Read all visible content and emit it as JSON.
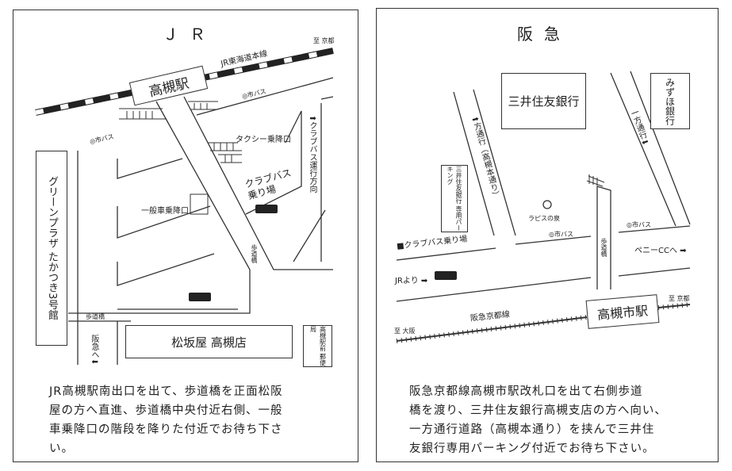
{
  "jr": {
    "title": "ＪＲ",
    "line_name": "JR東海道本線",
    "to_kyoto": "至 京都",
    "station": "高槻駅",
    "city_bus_1": "◎市バス",
    "city_bus_2": "◎市バス",
    "taxi": "タクシー乗降口",
    "club_bus_direction": "⬆クラブバス運行方向",
    "club_bus_stop_line1": "クラブバス",
    "club_bus_stop_line2": "乗り場",
    "general_car": "一般車乗降口",
    "green_plaza": "グリーンプラザ たかつき3号館",
    "footbridge_1": "歩道橋",
    "footbridge_2": "歩道橋",
    "to_hankyu": "阪急へ⬇",
    "matsuzakaya": "松坂屋 高槻店",
    "post_office": "高槻駅前 郵便局",
    "description": [
      "JR高槻駅南出口を出て、歩道橋を正面松阪",
      "屋の方へ直進、歩道橋中央付近右側、一般",
      "車乗降口の階段を降りた付近でお待ち下さ",
      "い。"
    ]
  },
  "hankyu": {
    "title": "阪急",
    "smbc": "三井住友銀行",
    "mizuho": "みずほ銀行",
    "one_way_main": "⬆方通行（高槻本通り）",
    "one_way_right": "一方通行⬇",
    "parking": "三井住友銀行 専用パーキング",
    "lapis": "ラピスの泉",
    "city_bus_1": "◎市バス",
    "city_bus_2": "◎市バス",
    "club_bus_stop": "■クラブバス乗り場",
    "from_jr": "JRより ➡",
    "footbridge": "歩道橋",
    "penny": "ペニーCCへ ➡",
    "station": "高槻市駅",
    "line_name": "阪急京都線",
    "to_osaka": "至 大阪",
    "to_kyoto": "至 京都",
    "description": [
      "阪急京都線高槻市駅改札口を出て右側歩道",
      "橋を渡り、三井住友銀行高槻支店の方へ向い、",
      "一方通行道路（高槻本通り）を挟んで三井住",
      "友銀行専用パーキング付近でお待ち下さい。"
    ]
  }
}
